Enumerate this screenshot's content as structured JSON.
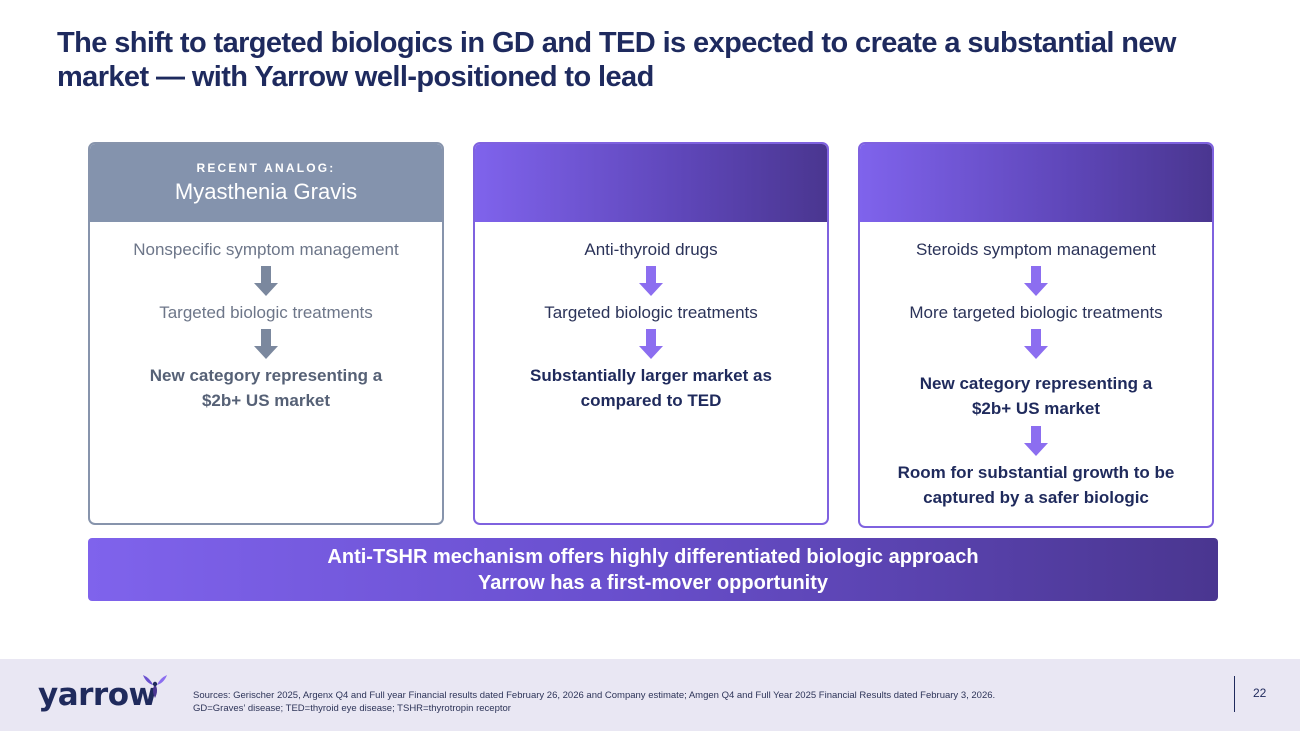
{
  "title": "The shift to targeted biologics in GD and TED is expected to create a substantial new market — with Yarrow well-positioned to lead",
  "cards": [
    {
      "eyebrow": "RECENT ANALOG:",
      "heading": "Myasthenia Gravis",
      "steps": [
        "Nonspecific symptom management",
        "Targeted biologic treatments",
        "New category representing a $2b+ US market"
      ]
    },
    {
      "eyebrow": "",
      "heading": "",
      "steps": [
        "Anti-thyroid drugs",
        "Targeted biologic treatments",
        "Substantially larger market as compared to TED"
      ]
    },
    {
      "eyebrow": "",
      "heading": "",
      "steps": [
        "Steroids symptom management",
        "More targeted biologic treatments",
        "New category representing a $2b+ US market",
        "Room  for substantial growth to be captured by a safer biologic"
      ]
    }
  ],
  "banner": {
    "line1": "Anti-TSHR mechanism offers highly differentiated biologic approach",
    "line2": "Yarrow has a first-mover opportunity"
  },
  "footer": {
    "logo_text": "yarrow",
    "sources_line1": "Sources: Gerischer 2025, Argenx Q4 and Full year Financial results dated February 26, 2026 and Company estimate; Amgen Q4 and Full Year 2025 Financial Results dated February 3, 2026.",
    "sources_line2": "GD=Graves’ disease; TED=thyroid eye disease; TSHR=thyrotropin receptor",
    "page_number": "22"
  },
  "colors": {
    "navy": "#1f2a5c",
    "grey_header": "#8493ad",
    "purple_start": "#7f63ec",
    "purple_end": "#4a3690",
    "arrow_grey": "#7b889e",
    "arrow_purple": "#8c6ef0",
    "footer_bg": "#e9e7f3"
  },
  "icons": [
    "arrow-down-icon",
    "yarrow-logo-mark-icon"
  ]
}
